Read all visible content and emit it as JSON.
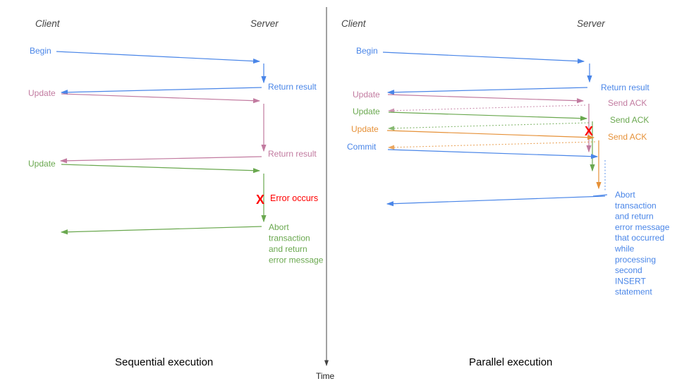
{
  "time_axis": {
    "label": "Time"
  },
  "colors": {
    "blue": "#4a86e8",
    "pink": "#c27ba0",
    "green": "#6aa84f",
    "orange": "#e69138",
    "red": "#ff0000",
    "header_gray": "#434343",
    "title_black": "#000000"
  },
  "left": {
    "title": "Sequential execution",
    "client_header": "Client",
    "server_header": "Server",
    "begin_label": "Begin",
    "return_result_1": "Return result",
    "update1_label": "Update",
    "return_result_2": "Return result",
    "update2_label": "Update",
    "error_x": "X",
    "error_label": "Error occurs",
    "abort_lines": [
      "Abort",
      "transaction",
      "and return",
      "error message"
    ]
  },
  "right": {
    "title": "Parallel execution",
    "client_header": "Client",
    "server_header": "Server",
    "begin_label": "Begin",
    "return_result": "Return result",
    "update1_label": "Update",
    "send_ack_1": "Send ACK",
    "update2_label": "Update",
    "send_ack_2": "Send ACK",
    "update3_label": "Update",
    "send_ack_3": "Send ACK",
    "commit_label": "Commit",
    "error_x": "X",
    "abort_lines": [
      "Abort",
      "transaction",
      "and return",
      "error message",
      "that occurred",
      "while",
      "processing",
      "second",
      "INSERT",
      "statement"
    ]
  }
}
